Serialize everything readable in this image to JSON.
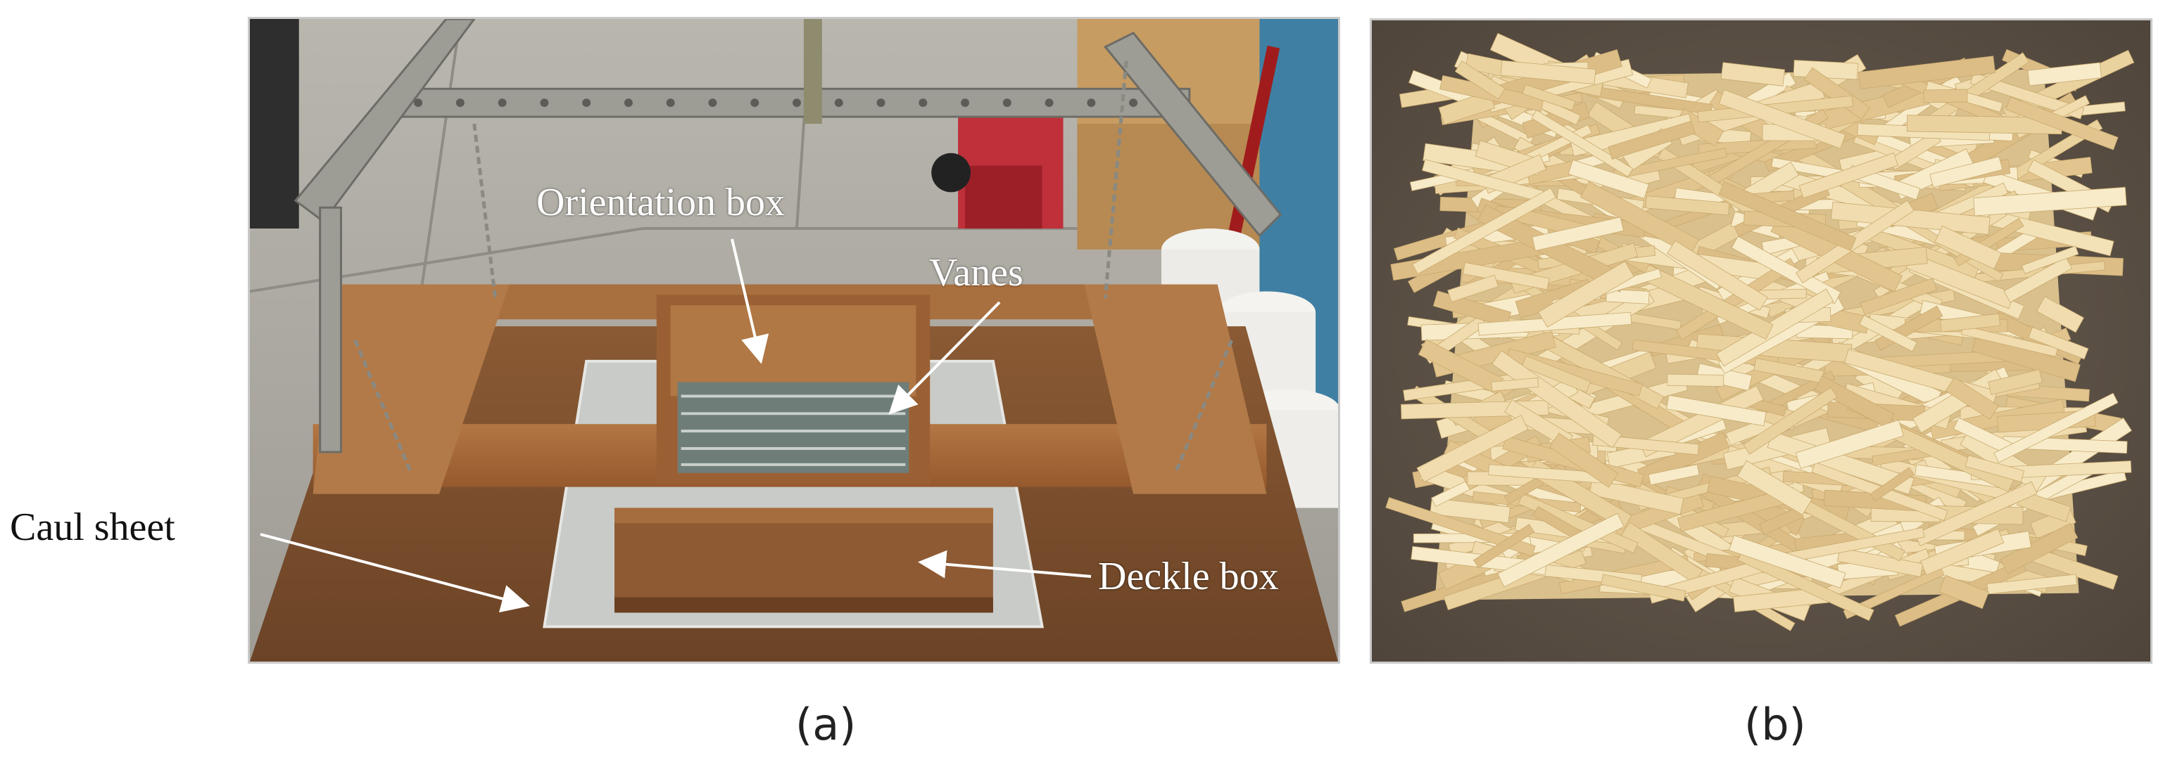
{
  "panels": [
    {
      "caption": "(a)",
      "labels": {
        "orientation_box": "Orientation box",
        "vanes": "Vanes",
        "caul_sheet": "Caul sheet",
        "deckle_box": "Deckle box"
      }
    },
    {
      "caption": "(b)"
    }
  ]
}
